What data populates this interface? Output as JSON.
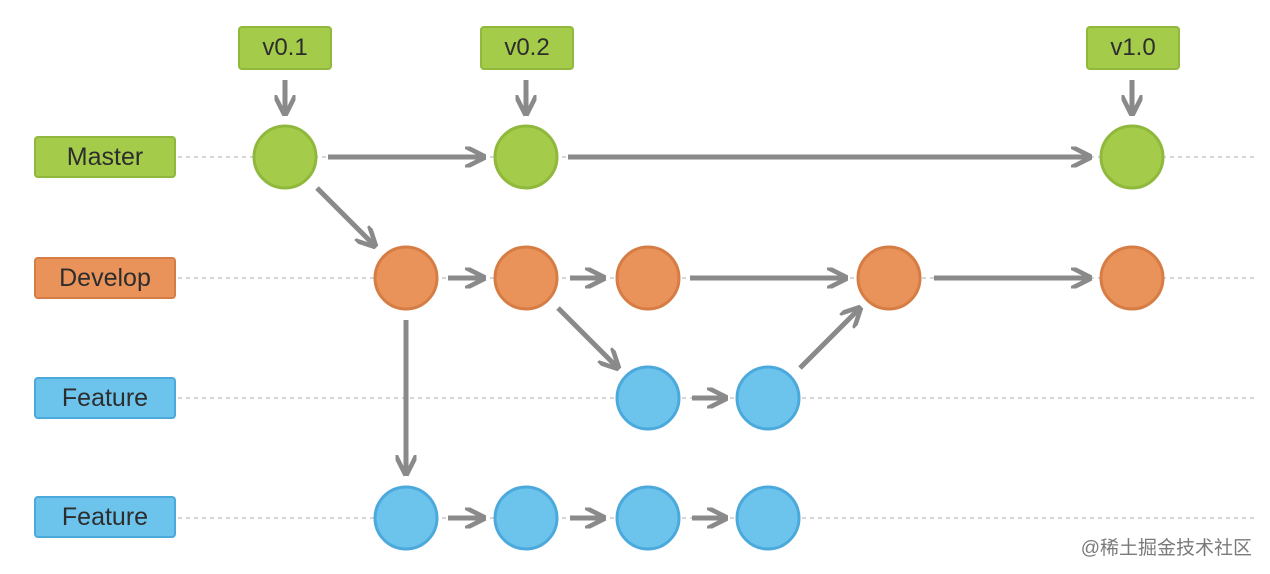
{
  "branches": {
    "master": "Master",
    "develop": "Develop",
    "feature_1": "Feature",
    "feature_2": "Feature"
  },
  "tags": {
    "tag_1": "v0.1",
    "tag_2": "v0.2",
    "tag_3": "v1.0"
  },
  "colors": {
    "master": "#a4cc4a",
    "develop": "#e9935a",
    "feature": "#6cc3ec",
    "arrow": "#8a8a8a",
    "guide": "#c8c8c8"
  },
  "watermark": "@稀土掘金技术社区"
}
